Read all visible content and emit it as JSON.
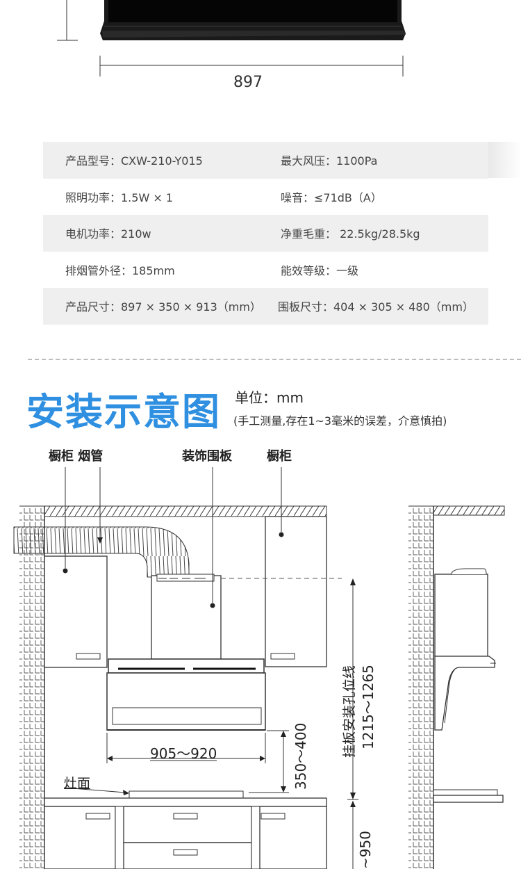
{
  "product": {
    "width_label": "897"
  },
  "specs": {
    "rows": [
      {
        "left": "产品型号：CXW-210-Y015",
        "right": "最大风压：1100Pa"
      },
      {
        "left": "照明功率：1.5W × 1",
        "right": "噪音：≤71dB（A）"
      },
      {
        "left": "电机功率：210w",
        "right": "净重毛重： 22.5kg/28.5kg"
      },
      {
        "left": "排烟管外径：185mm",
        "right": "能效等级：一级"
      },
      {
        "left": "产品尺寸：897 × 350 × 913（mm）",
        "right": "围板尺寸：404 × 305 × 480（mm）"
      }
    ]
  },
  "install": {
    "title": "安装示意图",
    "unit": "单位：mm",
    "note": "(手工测量,存在1~3毫米的误差，介意慎拍)",
    "callouts": {
      "cabinet_duct": "橱柜 烟管",
      "decor_panel": "装饰围板",
      "cabinet": "橱柜",
      "stove_surface": "灶面"
    },
    "dimensions": {
      "hood_width": "905～920",
      "stove_gap": "350～400",
      "mount_line": "挂板安装孔位线",
      "mount_range": "1215～1265",
      "counter_height": "~950"
    }
  },
  "colors": {
    "accent": "#2f8fe0",
    "shaded_row": "#efefef"
  }
}
